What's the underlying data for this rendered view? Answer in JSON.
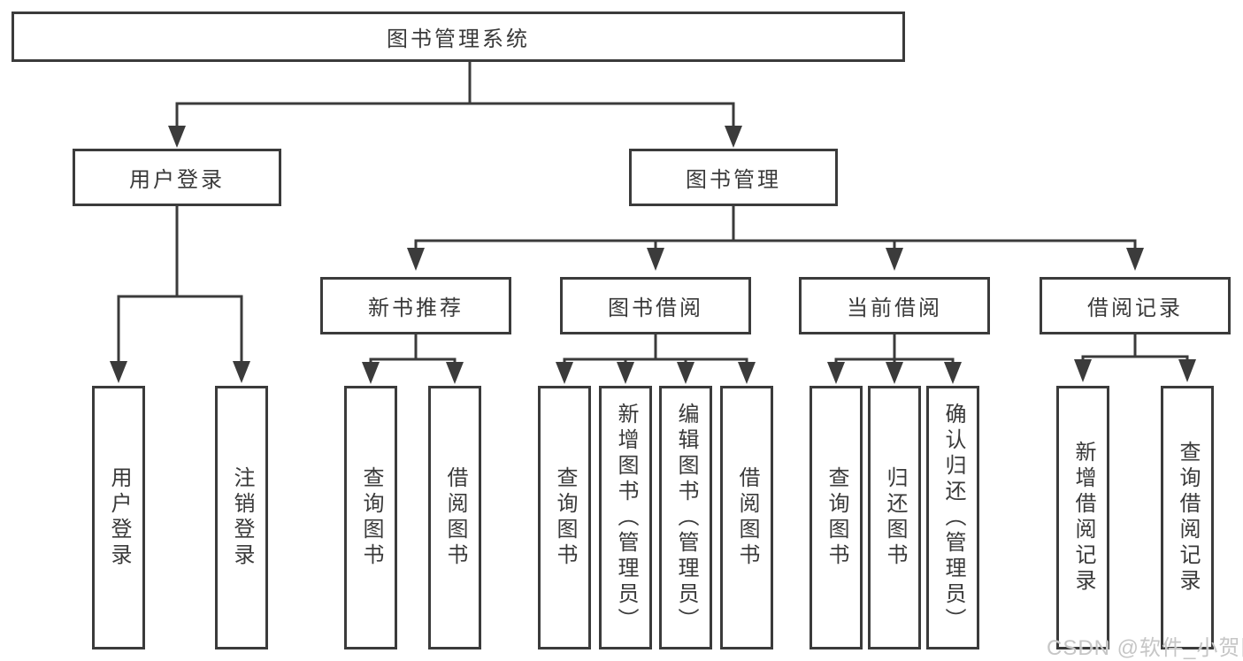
{
  "diagram": {
    "nodes": {
      "root": {
        "label": "图书管理系统",
        "children": [
          "user_login_group",
          "book_mgmt"
        ]
      },
      "user_login_group": {
        "label": "用户登录",
        "children": [
          "leaf_user_login",
          "leaf_logout"
        ]
      },
      "book_mgmt": {
        "label": "图书管理",
        "children": [
          "new_book_rec",
          "book_borrow",
          "current_borrow",
          "borrow_record"
        ]
      },
      "new_book_rec": {
        "label": "新书推荐",
        "children": [
          "leaf_query_book_1",
          "leaf_borrow_book_1"
        ]
      },
      "book_borrow": {
        "label": "图书借阅",
        "children": [
          "leaf_query_book_2",
          "leaf_add_book",
          "leaf_edit_book",
          "leaf_borrow_book_2"
        ]
      },
      "current_borrow": {
        "label": "当前借阅",
        "children": [
          "leaf_query_book_3",
          "leaf_return_book",
          "leaf_confirm_return"
        ]
      },
      "borrow_record": {
        "label": "借阅记录",
        "children": [
          "leaf_add_borrow_record",
          "leaf_query_borrow_record"
        ]
      },
      "leaf_user_login": {
        "label": "用户登录",
        "children": []
      },
      "leaf_logout": {
        "label": "注销登录",
        "children": []
      },
      "leaf_query_book_1": {
        "label": "查询图书",
        "children": []
      },
      "leaf_borrow_book_1": {
        "label": "借阅图书",
        "children": []
      },
      "leaf_query_book_2": {
        "label": "查询图书",
        "children": []
      },
      "leaf_add_book": {
        "label": "新增图书（管理员）",
        "children": []
      },
      "leaf_edit_book": {
        "label": "编辑图书（管理员）",
        "children": []
      },
      "leaf_borrow_book_2": {
        "label": "借阅图书",
        "children": []
      },
      "leaf_query_book_3": {
        "label": "查询图书",
        "children": []
      },
      "leaf_return_book": {
        "label": "归还图书",
        "children": []
      },
      "leaf_confirm_return": {
        "label": "确认归还（管理员）",
        "children": []
      },
      "leaf_add_borrow_record": {
        "label": "新增借阅记录",
        "children": []
      },
      "leaf_query_borrow_record": {
        "label": "查询借阅记录",
        "children": []
      }
    }
  },
  "watermark": {
    "text": "CSDN @软件_小贺同学"
  },
  "colors": {
    "line": "#3b3b3b",
    "text": "#3a3a3a",
    "watermark": "#c6c6c6",
    "background": "#ffffff"
  }
}
